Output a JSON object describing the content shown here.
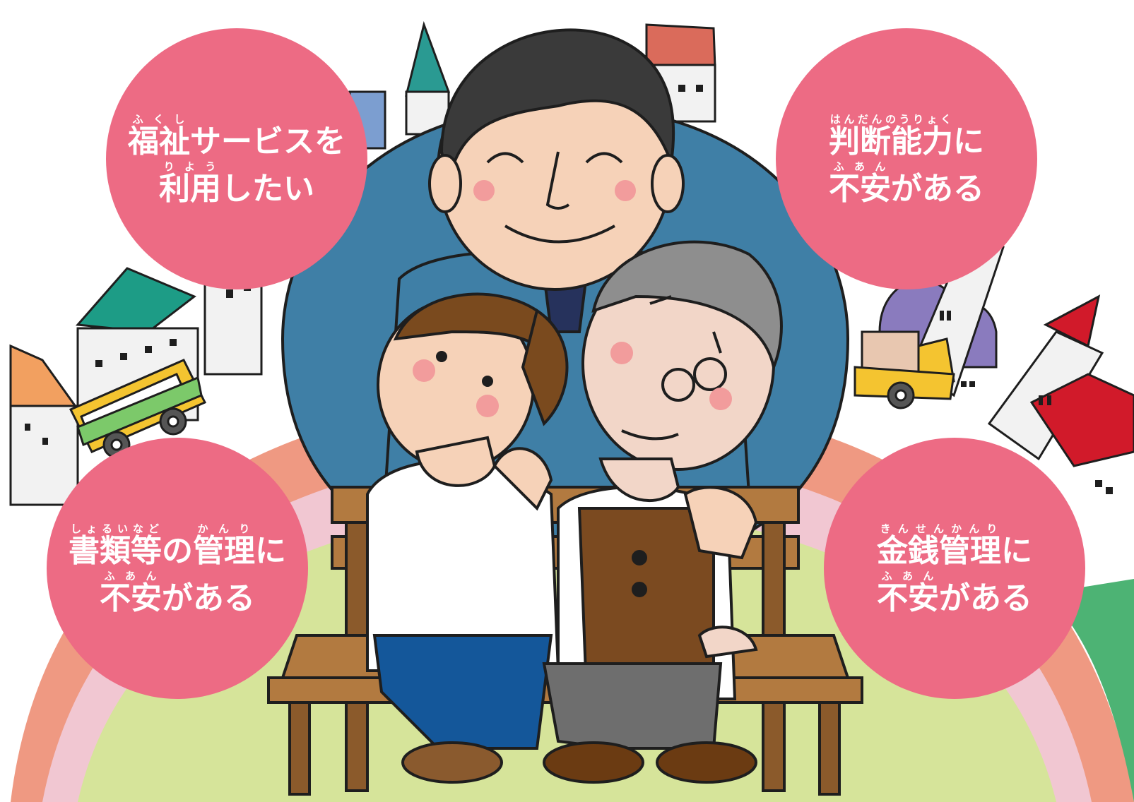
{
  "colors": {
    "bubble": "#ED6B84",
    "blue_oval": "#3F7FA6",
    "grass": "#D6E49A",
    "road_pink": "#F1C7D2",
    "outline": "#1E1E1E"
  },
  "bubbles": [
    {
      "lines": [
        [
          {
            "kanji": "福祉",
            "ruby": "ふくし"
          },
          {
            "text": "サービスを"
          }
        ],
        [
          {
            "kanji": "利用",
            "ruby": "りよう"
          },
          {
            "text": "したい"
          }
        ]
      ]
    },
    {
      "lines": [
        [
          {
            "kanji": "判断能力",
            "ruby": "はんだんのうりょく"
          },
          {
            "text": "に"
          }
        ],
        [
          {
            "kanji": "不安",
            "ruby": "ふあん"
          },
          {
            "text": "がある"
          }
        ]
      ]
    },
    {
      "lines": [
        [
          {
            "kanji": "書類等",
            "ruby": "しょるいなど"
          },
          {
            "text": "の"
          },
          {
            "kanji": "管理",
            "ruby": "かんり"
          },
          {
            "text": "に"
          }
        ],
        [
          {
            "kanji": "不安",
            "ruby": "ふあん"
          },
          {
            "text": "がある"
          }
        ]
      ]
    },
    {
      "lines": [
        [
          {
            "kanji": "金銭管理",
            "ruby": "きんせんかんり"
          },
          {
            "text": "に"
          }
        ],
        [
          {
            "kanji": "不安",
            "ruby": "ふあん"
          },
          {
            "text": "がある"
          }
        ]
      ]
    }
  ]
}
